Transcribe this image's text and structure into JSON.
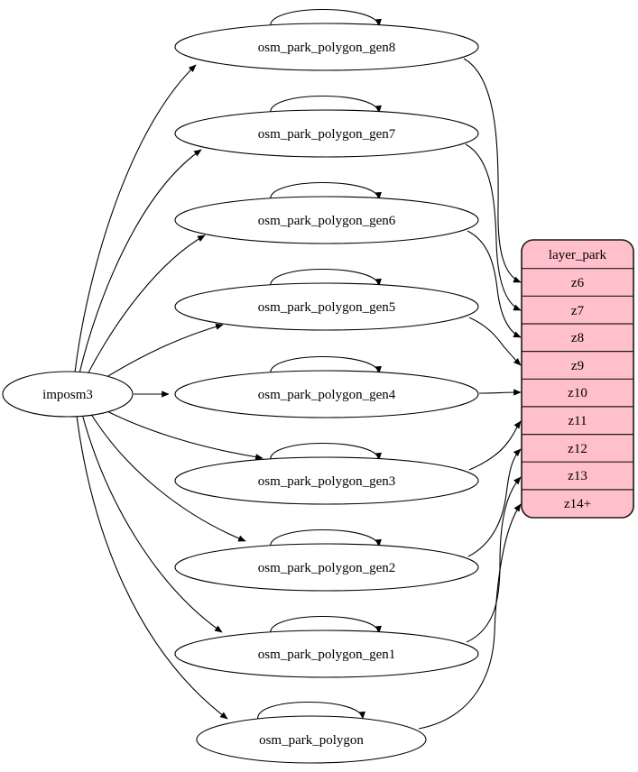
{
  "diagram": {
    "source_node": {
      "label": "imposm3"
    },
    "generalized_tables": [
      {
        "label": "osm_park_polygon_gen8",
        "writes_to": "z6",
        "self_loop": true
      },
      {
        "label": "osm_park_polygon_gen7",
        "writes_to": "z7",
        "self_loop": true
      },
      {
        "label": "osm_park_polygon_gen6",
        "writes_to": "z8",
        "self_loop": true
      },
      {
        "label": "osm_park_polygon_gen5",
        "writes_to": "z9",
        "self_loop": true
      },
      {
        "label": "osm_park_polygon_gen4",
        "writes_to": "z10",
        "self_loop": true
      },
      {
        "label": "osm_park_polygon_gen3",
        "writes_to": "z11",
        "self_loop": true
      },
      {
        "label": "osm_park_polygon_gen2",
        "writes_to": "z12",
        "self_loop": true
      },
      {
        "label": "osm_park_polygon_gen1",
        "writes_to": "z13",
        "self_loop": true
      },
      {
        "label": "osm_park_polygon",
        "writes_to": "z14+",
        "self_loop": true
      }
    ],
    "layer_table": {
      "title": "layer_park",
      "rows": [
        "z6",
        "z7",
        "z8",
        "z9",
        "z10",
        "z11",
        "z12",
        "z13",
        "z14+"
      ]
    },
    "colors": {
      "layer_table_fill": "#ffc0cb",
      "layer_table_stroke": "#1a1a1a",
      "node_fill": "#ffffff",
      "node_stroke": "#000000",
      "edge": "#000000",
      "background": "#ffffff"
    }
  }
}
